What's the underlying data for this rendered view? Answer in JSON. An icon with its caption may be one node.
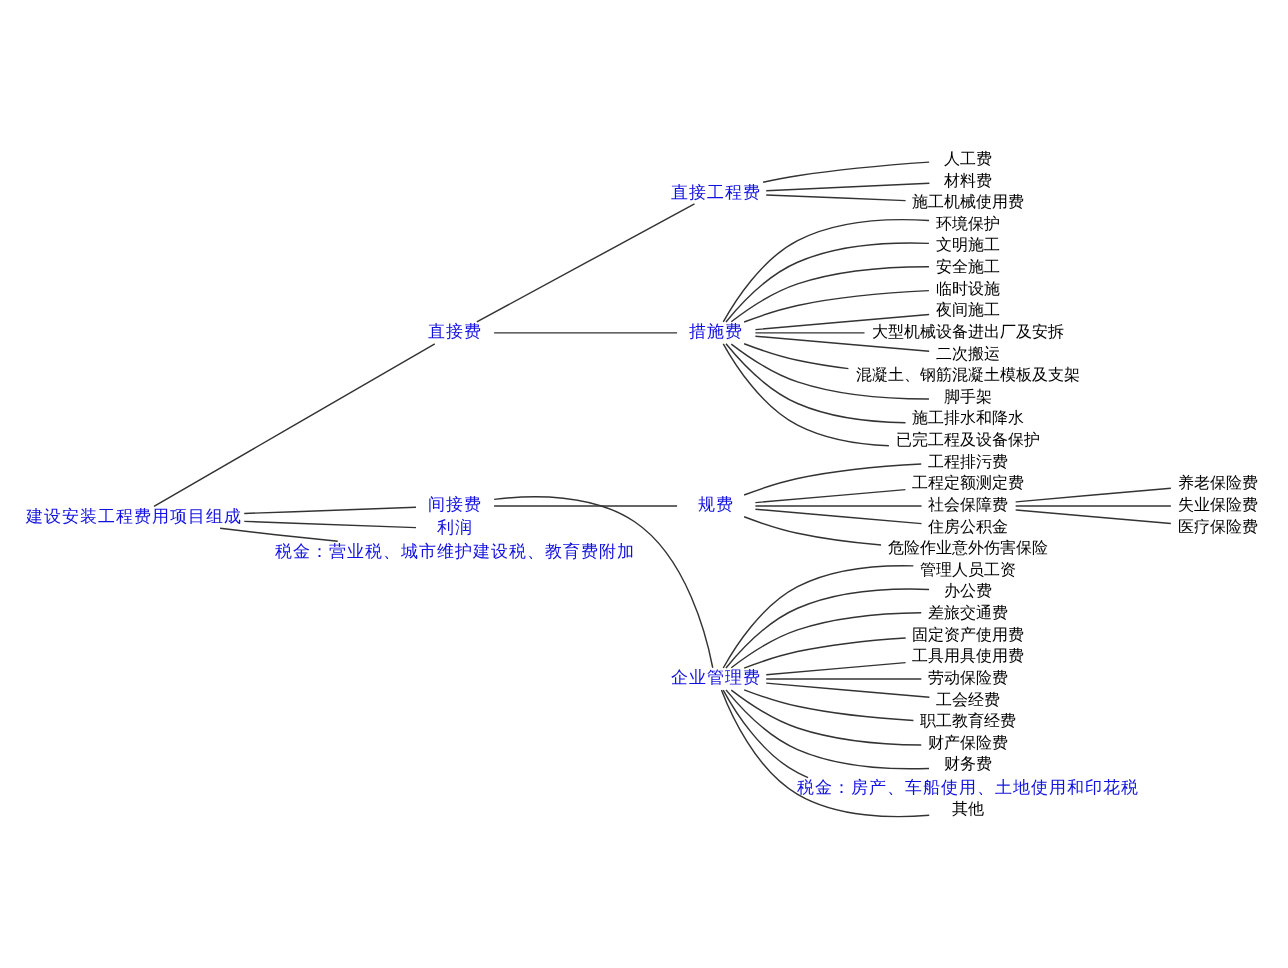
{
  "diagram": {
    "nodes": [
      {
        "text": [
          "建设安装工程费用项目组成"
        ]
      },
      {
        "text": [
          "直接费"
        ]
      },
      {
        "text": [
          "直接工程费"
        ]
      },
      {
        "text": [
          "人工费"
        ]
      },
      {
        "text": [
          "材料费"
        ]
      },
      {
        "text": [
          "施工机械使用费"
        ]
      },
      {
        "text": [
          "措施费"
        ]
      },
      {
        "text": [
          "环境保护"
        ]
      },
      {
        "text": [
          "文明施工"
        ]
      },
      {
        "text": [
          "安全施工"
        ]
      },
      {
        "text": [
          "临时设施"
        ]
      },
      {
        "text": [
          "夜间施工"
        ]
      },
      {
        "text": [
          "大型机械设备进出厂及安拆"
        ]
      },
      {
        "text": [
          "二次搬运"
        ]
      },
      {
        "text": [
          "混凝土、钢筋混凝土模板及支架"
        ]
      },
      {
        "text": [
          "脚手架"
        ]
      },
      {
        "text": [
          "施工排水和降水"
        ]
      },
      {
        "text": [
          "已完工程及设备保护"
        ]
      },
      {
        "text": [
          "间接费"
        ]
      },
      {
        "text": [
          "规费"
        ]
      },
      {
        "text": [
          "工程排污费"
        ]
      },
      {
        "text": [
          "工程定额测定费"
        ]
      },
      {
        "text": [
          "社会保障费"
        ]
      },
      {
        "text": [
          "养老保险费"
        ]
      },
      {
        "text": [
          "失业保险费"
        ]
      },
      {
        "text": [
          "医疗保险费"
        ]
      },
      {
        "text": [
          "住房公积金"
        ]
      },
      {
        "text": [
          "危险作业意外伤害保险"
        ]
      },
      {
        "text": [
          "企业管理费"
        ]
      },
      {
        "text": [
          "管理人员工资"
        ]
      },
      {
        "text": [
          "办公费"
        ]
      },
      {
        "text": [
          "差旅交通费"
        ]
      },
      {
        "text": [
          "固定资产使用费"
        ]
      },
      {
        "text": [
          "工具用具使用费"
        ]
      },
      {
        "text": [
          "劳动保险费"
        ]
      },
      {
        "text": [
          "工会经费"
        ]
      },
      {
        "text": [
          "职工教育经费"
        ]
      },
      {
        "text": [
          "财产保险费"
        ]
      },
      {
        "text": [
          "财务费"
        ]
      },
      {
        "text": [
          "税金：房产、车船使用、土地使用和印花税"
        ]
      },
      {
        "text": [
          "其他"
        ]
      },
      {
        "text": [
          "利润"
        ]
      },
      {
        "text": [
          "税金：营业税、城市维护建设税、教育费附加"
        ]
      }
    ],
    "edges": [
      {
        "from": 0,
        "to": 1,
        "arrow": "none"
      },
      {
        "from": 1,
        "to": 2,
        "arrow": "none"
      },
      {
        "from": 2,
        "to": 3,
        "arrow": "none"
      },
      {
        "from": 2,
        "to": 4,
        "arrow": "none"
      },
      {
        "from": 2,
        "to": 5,
        "arrow": "none"
      },
      {
        "from": 1,
        "to": 6,
        "arrow": "none"
      },
      {
        "from": 6,
        "to": 7,
        "arrow": "none"
      },
      {
        "from": 6,
        "to": 8,
        "arrow": "none"
      },
      {
        "from": 6,
        "to": 9,
        "arrow": "none"
      },
      {
        "from": 6,
        "to": 10,
        "arrow": "none"
      },
      {
        "from": 6,
        "to": 11,
        "arrow": "none"
      },
      {
        "from": 6,
        "to": 12,
        "arrow": "none"
      },
      {
        "from": 6,
        "to": 13,
        "arrow": "none"
      },
      {
        "from": 6,
        "to": 14,
        "arrow": "none"
      },
      {
        "from": 6,
        "to": 15,
        "arrow": "none"
      },
      {
        "from": 6,
        "to": 16,
        "arrow": "none"
      },
      {
        "from": 6,
        "to": 17,
        "arrow": "none"
      },
      {
        "from": 0,
        "to": 18,
        "arrow": "none"
      },
      {
        "from": 18,
        "to": 19,
        "arrow": "none"
      },
      {
        "from": 19,
        "to": 20,
        "arrow": "none"
      },
      {
        "from": 19,
        "to": 21,
        "arrow": "none"
      },
      {
        "from": 19,
        "to": 22,
        "arrow": "none"
      },
      {
        "from": 22,
        "to": 23,
        "arrow": "none"
      },
      {
        "from": 22,
        "to": 24,
        "arrow": "none"
      },
      {
        "from": 22,
        "to": 25,
        "arrow": "none"
      },
      {
        "from": 19,
        "to": 26,
        "arrow": "none"
      },
      {
        "from": 19,
        "to": 27,
        "arrow": "none"
      },
      {
        "from": 18,
        "to": 28,
        "arrow": "none"
      },
      {
        "from": 28,
        "to": 29,
        "arrow": "none"
      },
      {
        "from": 28,
        "to": 30,
        "arrow": "none"
      },
      {
        "from": 28,
        "to": 31,
        "arrow": "none"
      },
      {
        "from": 28,
        "to": 32,
        "arrow": "none"
      },
      {
        "from": 28,
        "to": 33,
        "arrow": "none"
      },
      {
        "from": 28,
        "to": 34,
        "arrow": "none"
      },
      {
        "from": 28,
        "to": 35,
        "arrow": "none"
      },
      {
        "from": 28,
        "to": 36,
        "arrow": "none"
      },
      {
        "from": 28,
        "to": 37,
        "arrow": "none"
      },
      {
        "from": 28,
        "to": 38,
        "arrow": "none"
      },
      {
        "from": 28,
        "to": 39,
        "arrow": "none"
      },
      {
        "from": 28,
        "to": 40,
        "arrow": "none"
      },
      {
        "from": 0,
        "to": 41,
        "arrow": "none"
      },
      {
        "from": 0,
        "to": 42,
        "arrow": "none"
      }
    ]
  }
}
